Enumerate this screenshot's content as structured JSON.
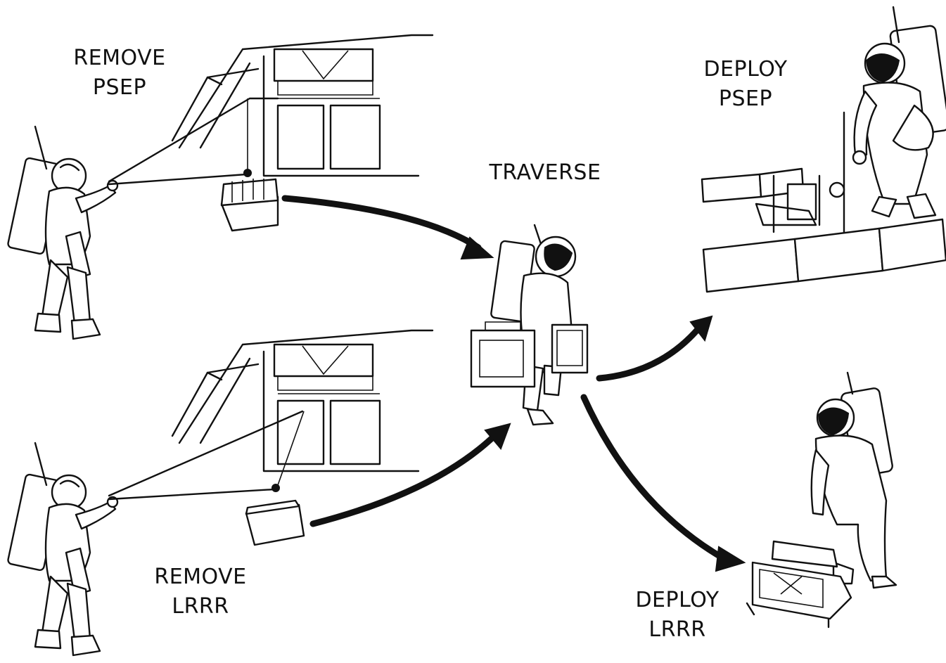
{
  "labels": {
    "remove_psep": {
      "line1": "REMOVE",
      "line2": "PSEP"
    },
    "remove_lrrr": {
      "line1": "REMOVE",
      "line2": "LRRR"
    },
    "traverse": {
      "line1": "TRAVERSE"
    },
    "deploy_psep": {
      "line1": "DEPLOY",
      "line2": "PSEP"
    },
    "deploy_lrrr": {
      "line1": "DEPLOY",
      "line2": "LRRR"
    }
  },
  "colors": {
    "ink": "#111111",
    "background": "#ffffff"
  }
}
